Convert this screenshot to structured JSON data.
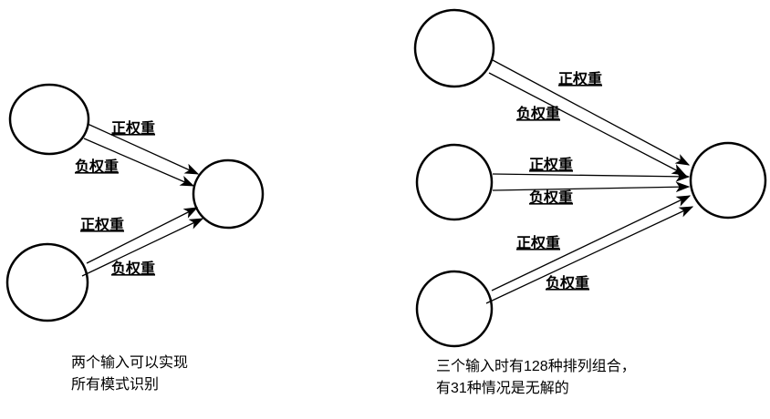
{
  "colors": {
    "stroke": "#000000",
    "background": "#ffffff"
  },
  "diagram_left": {
    "labels": {
      "top_positive": "正权重",
      "top_negative": "负权重",
      "bottom_positive": "正权重",
      "bottom_negative": "负权重"
    },
    "caption_line1": "两个输入可以实现",
    "caption_line2": "所有模式识别"
  },
  "diagram_right": {
    "labels": {
      "top_positive": "正权重",
      "top_negative": "负权重",
      "middle_positive": "正权重",
      "middle_negative": "负权重",
      "bottom_positive": "正权重",
      "bottom_negative": "负权重"
    },
    "caption_line1": "三个输入时有128种排列组合，",
    "caption_line2": "有31种情况是无解的"
  }
}
